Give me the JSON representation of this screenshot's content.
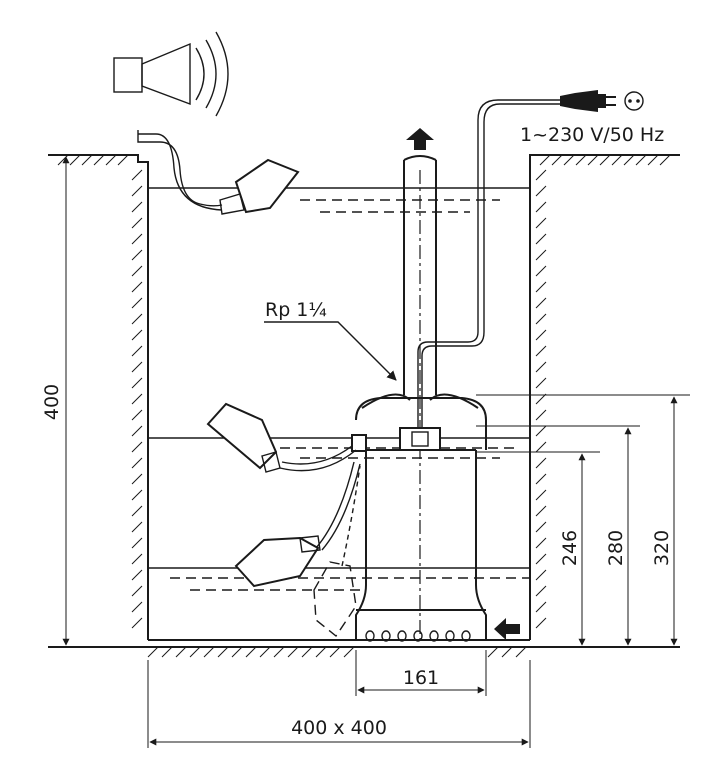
{
  "labels": {
    "power_supply": "1~230 V/50 Hz",
    "outlet_thread": "Rp 1¼",
    "shaft_height": "400",
    "shaft_size": "400 x 400",
    "pump_width": "161",
    "level_off": "246",
    "level_on": "280",
    "pump_height": "320"
  },
  "colors": {
    "line": "#1a1a1a",
    "background": "#ffffff"
  },
  "icons": [
    "alarm-horn-icon",
    "mains-plug-icon",
    "socket-icon",
    "outlet-flow-arrow-icon",
    "inlet-flow-arrow-icon",
    "float-switch-icon"
  ]
}
